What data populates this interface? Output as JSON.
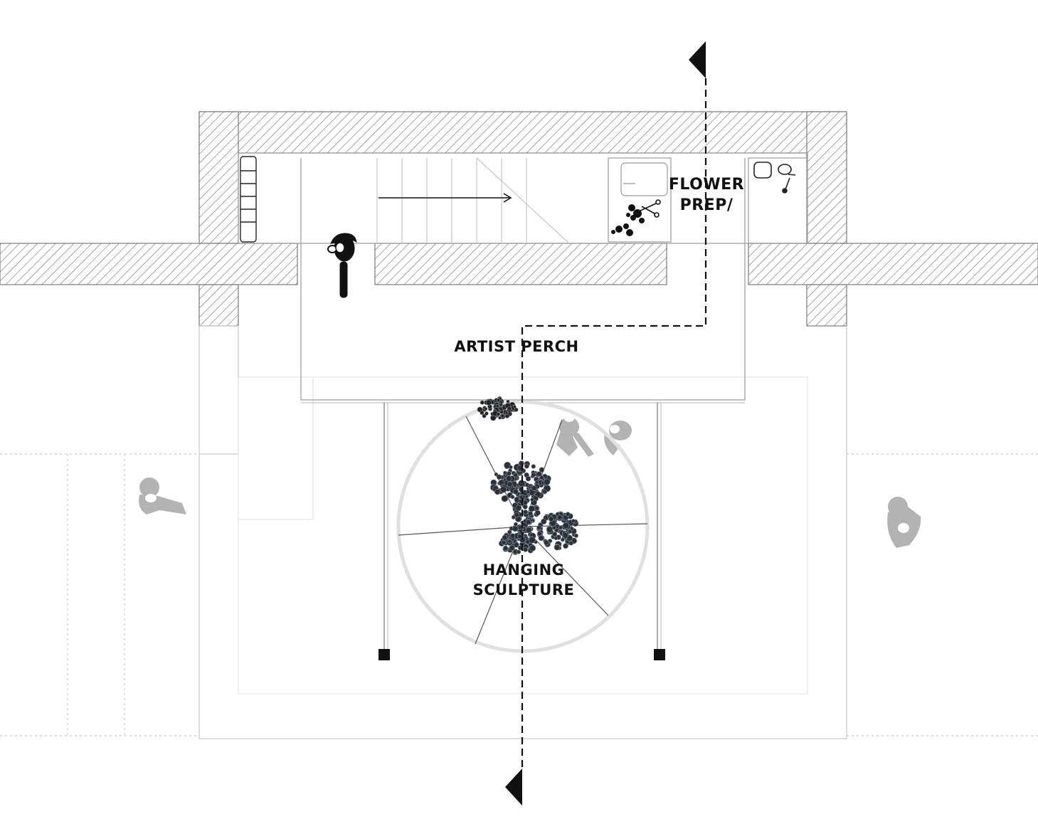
{
  "labels": {
    "flower_prep_line1": "FLOWER",
    "flower_prep_line2": "PREP/",
    "artist_perch": "ARTIST PERCH",
    "hanging_sculpture_line1": "HANGING",
    "hanging_sculpture_line2": "SCULPTURE"
  },
  "colors": {
    "wall_hatch": "#6b6b6b",
    "wall_outline": "#7a7a7a",
    "thin_line": "#bdbdbd",
    "faint_line": "#d6d6d6",
    "section_line": "#111111",
    "sculpture": "#2b3038",
    "ghost_figure": "#a9a9a9"
  },
  "icons": [
    "section-marker-icon",
    "person-figure-icon",
    "flower-cluster-icon",
    "scissors-icon",
    "sink-icon",
    "toilet-icon",
    "column-icon",
    "stair-arrow-icon"
  ]
}
